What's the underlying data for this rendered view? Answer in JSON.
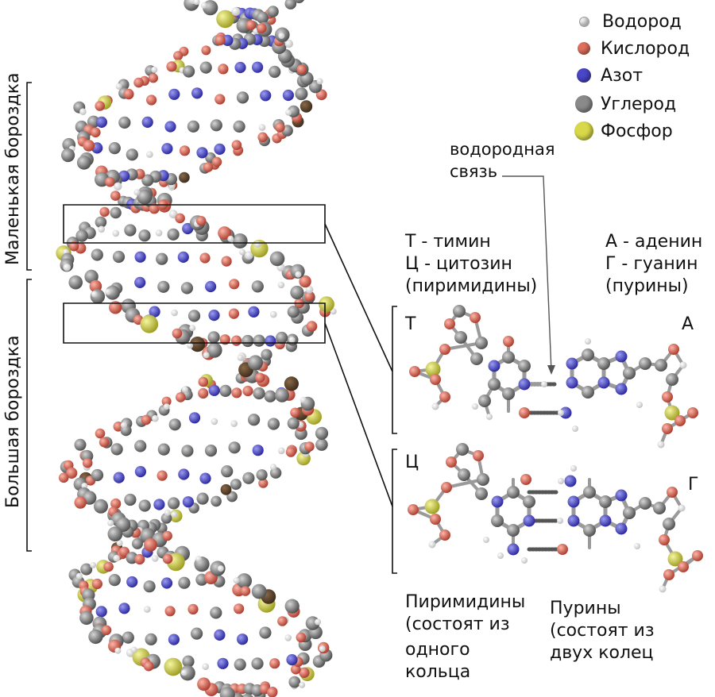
{
  "legend": {
    "items": [
      {
        "label": "Водород",
        "color": "#f2f2f2",
        "icon": "hydrogen-atom-icon"
      },
      {
        "label": "Кислород",
        "color": "#e0705c",
        "icon": "oxygen-atom-icon"
      },
      {
        "label": "Азот",
        "color": "#4a46c8",
        "icon": "nitrogen-atom-icon"
      },
      {
        "label": "Углерод",
        "color": "#8a8a8a",
        "icon": "carbon-atom-icon"
      },
      {
        "label": "Фосфор",
        "color": "#d8d84a",
        "icon": "phosphorus-atom-icon"
      }
    ]
  },
  "grooves": {
    "minor": "Маленькая бороздка",
    "major": "Большая бороздка"
  },
  "hydrogen_bond": {
    "line1": "водородная",
    "line2": "связь"
  },
  "pyrimidines_key": {
    "line1": "Т - тимин",
    "line2": "Ц - цитозин",
    "line3": "(пиримидины)"
  },
  "purines_key": {
    "line1": "А - аденин",
    "line2": "Г - гуанин",
    "line3": "(пурины)"
  },
  "pair_labels": {
    "T": "Т",
    "A": "А",
    "C": "Ц",
    "G": "Г"
  },
  "pyrimidines_note": {
    "line1": "Пиримидины",
    "line2": "(состоят из",
    "line3": "одного",
    "line4": "кольца"
  },
  "purines_note": {
    "line1": "Пурины",
    "line2": "(состоят из",
    "line3": "двух колец"
  }
}
